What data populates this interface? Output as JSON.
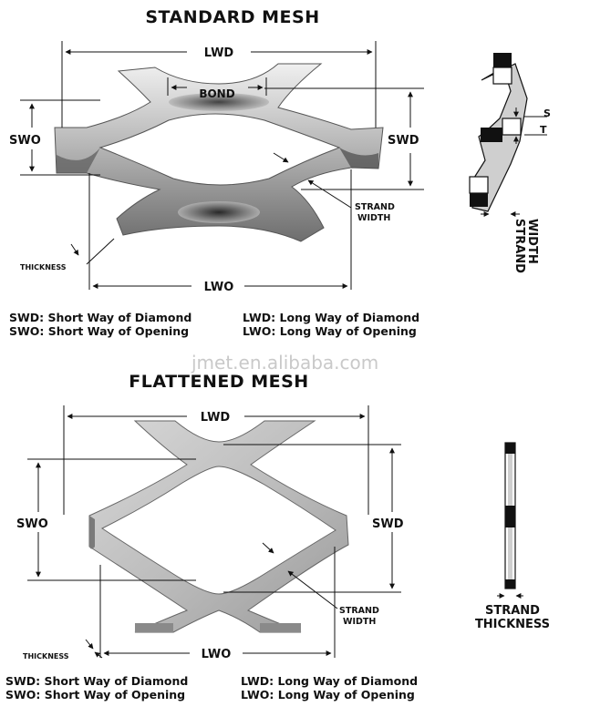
{
  "standard": {
    "title": "STANDARD MESH",
    "labels": {
      "lwd": "LWD",
      "bond": "BOND",
      "swo": "SWO",
      "swd": "SWD",
      "strand_width": [
        "STRAND",
        "WIDTH"
      ],
      "thickness": "THICKNESS",
      "lwo": "LWO",
      "side_strand_width": [
        "STRAND",
        "WIDTH"
      ],
      "side_partial_top": "S",
      "side_partial_bottom": "T"
    },
    "legend": [
      {
        "abbr": "SWD:",
        "text": "Short Way of Diamond"
      },
      {
        "abbr": "SWO:",
        "text": "Short Way of Opening"
      },
      {
        "abbr": "LWD:",
        "text": "Long Way of Diamond"
      },
      {
        "abbr": "LWO:",
        "text": "Long Way of Opening"
      }
    ]
  },
  "watermark": "jmet.en.alibaba.com",
  "flattened": {
    "title": "FLATTENED MESH",
    "labels": {
      "lwd": "LWD",
      "swo": "SWO",
      "swd": "SWD",
      "strand_width": [
        "STRAND",
        "WIDTH"
      ],
      "thickness": "THICKNESS",
      "lwo": "LWO",
      "side_strand_thickness": [
        "STRAND",
        "THICKNESS"
      ]
    },
    "legend": [
      {
        "abbr": "SWD:",
        "text": "Short Way of Diamond"
      },
      {
        "abbr": "SWO:",
        "text": "Short Way of Opening"
      },
      {
        "abbr": "LWD:",
        "text": "Long Way of Diamond"
      },
      {
        "abbr": "LWO:",
        "text": "Long Way of Opening"
      }
    ]
  },
  "colors": {
    "metal_light": "#e2e2e2",
    "metal_mid": "#a9a9a9",
    "metal_dark": "#3a3a3a",
    "line": "#111111"
  }
}
